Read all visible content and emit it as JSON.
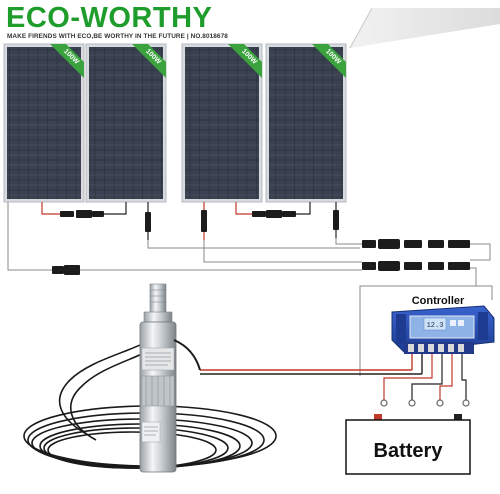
{
  "brand": {
    "name": "ECO-WORTHY",
    "tagline": "MAKE FIRENDS WITH ECO,BE WORTHY IN THE FUTURE  | NO.8018678",
    "color": "#1e9c2c"
  },
  "panels": [
    {
      "rating": "100W"
    },
    {
      "rating": "100W"
    },
    {
      "rating": "100W"
    },
    {
      "rating": "100W"
    }
  ],
  "controller": {
    "label": "Controller",
    "screen_reading": "12.3",
    "body_color": "#2b4fb8"
  },
  "battery": {
    "label": "Battery"
  },
  "colors": {
    "panel_cell": "#2a2f3a",
    "panel_frame": "#cfd3d8",
    "ribbon": "#3aa33e",
    "wire_red": "#c0392b",
    "wire_black": "#222222"
  }
}
